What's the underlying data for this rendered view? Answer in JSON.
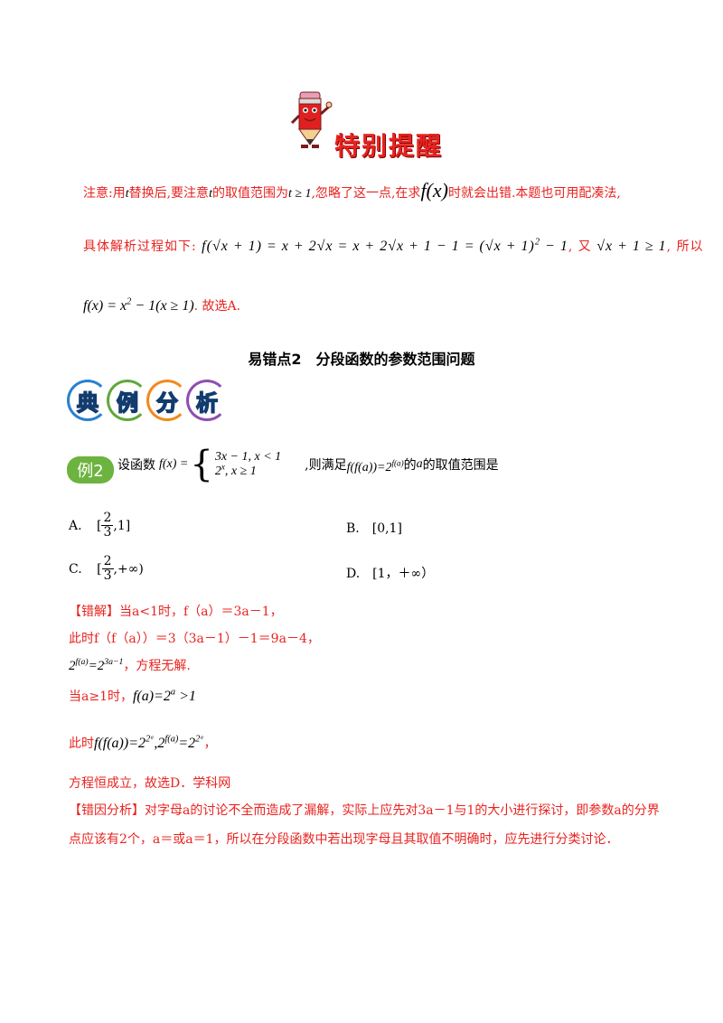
{
  "banner": {
    "title": "特别提醒"
  },
  "note": {
    "line1_a": "注意:用",
    "var_t": "t",
    "line1_b": "替换后,要注意",
    "line1_c": "的取值范围为",
    "cond_t": "t ≥ 1",
    "line1_d": ",忽略了这一点,在求",
    "fx": "f(x)",
    "line1_e": "时就会出错.本题也可用配凑法,",
    "line2_a": "具体解析过程如下:",
    "line2_formula": "f(√x + 1) = x + 2√x = x + 2√x + 1 − 1 = (√x + 1)",
    "line2_sq": "2",
    "line2_tail": " − 1",
    "line2_b": ", 又",
    "line2_cond": "√x + 1 ≥ 1",
    "line2_c": ", 所以",
    "line3_formula": "f(x) = x",
    "line3_sq": "2",
    "line3_tail": " − 1(x ≥ 1)",
    "line3_b": ". 故选A."
  },
  "section": {
    "heading": "易错点2　分段函数的参数范围问题"
  },
  "case_labels": [
    "典",
    "例",
    "分",
    "析"
  ],
  "case_colors": [
    "#2a7fd1",
    "#5fa83b",
    "#f08a1d",
    "#8e4fb0"
  ],
  "example": {
    "badge": "例2",
    "intro": "设函数",
    "fx_def": "f(x) =",
    "piece1": "3x − 1, x < 1",
    "piece2_base": "2",
    "piece2_exp": "x",
    "piece2_tail": ", x ≥ 1",
    "condition": ",则满足",
    "eq_lhs": "f(f(a))=2",
    "eq_exp": "f(a)",
    "tail": "的",
    "var_a": "a",
    "tail2": "的取值范围是"
  },
  "options": {
    "A_label": "A.",
    "A_num": "2",
    "A_den": "3",
    "A_pre": "[",
    "A_post": ",1]",
    "B": "B.　[0,1]",
    "C_label": "C.",
    "C_num": "2",
    "C_den": "3",
    "C_pre": "[",
    "C_post": ",+∞)",
    "D": "D.　[1，＋∞）"
  },
  "wrong": {
    "tag": "【错解】",
    "l1": "当a<1时，f（a）＝3a－1，",
    "l2": "此时f（f（a））＝3（3a－1）－1＝9a－4，",
    "l3_base": "2",
    "l3_exp": "f(a)",
    "l3_mid": "=2",
    "l3_exp2": "3a−1",
    "l3_tail": "，方程无解.",
    "l4": "当a≥1时，",
    "l4_formula": "f(a)=2",
    "l4_exp": "a",
    "l4_tail": " >1",
    "l5_pre": "此时",
    "l5_formula": "f(f(a))=2",
    "l5_exp": "2ᵃ",
    "l5_mid": ",2",
    "l5_exp2": "f(a)",
    "l5_eq": "=2",
    "l5_exp3": "2ᵃ",
    "l5_tail": "，",
    "l6": "方程恒成立，故选D．学科网"
  },
  "analysis": {
    "tag": "【错因分析】",
    "l1": "对字母a的讨论不全而造成了漏解，实际上应先对3a－1与1的大小进行探讨，即参数a的分界",
    "l2": "点应该有2个，a＝或a＝1，所以在分段函数中若出现字母且其取值不明确时，应先进行分类讨论．"
  }
}
